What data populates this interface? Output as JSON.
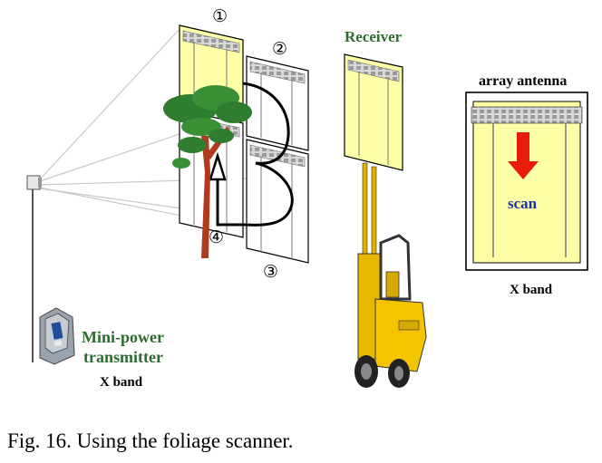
{
  "labels": {
    "receiver": "Receiver",
    "array_antenna": "array antenna",
    "scan": "scan",
    "x_band_array": "X band",
    "transmitter_line1": "Mini-power",
    "transmitter_line2": "transmitter",
    "x_band_transmitter": "X band"
  },
  "panel_numbers": [
    "①",
    "②",
    "③",
    "④"
  ],
  "caption": "Fig. 16. Using the foliage scanner.",
  "colors": {
    "panel_fill": "#ffffa8",
    "green_label": "#2e6b2e",
    "scan_text": "#1a2fa8",
    "scan_arrow": "#e81c0c",
    "forklift": "#f5c400",
    "tree_foliage": "#2f7d2f",
    "tree_trunk": "#b03a1e"
  }
}
